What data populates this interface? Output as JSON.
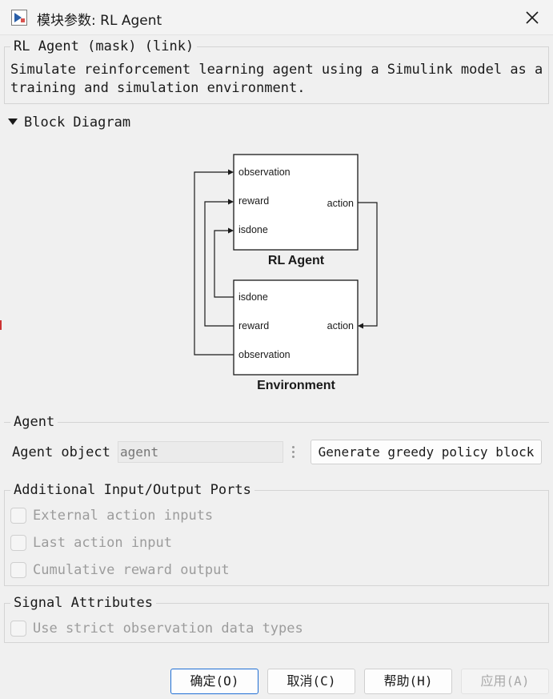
{
  "window": {
    "title": "模块参数: RL Agent",
    "app_icon": "simulink-block-icon",
    "close_icon": "close-icon"
  },
  "header_group": {
    "title": "RL Agent (mask) (link)",
    "description": "Simulate reinforcement learning agent using a Simulink model as a training and simulation environment."
  },
  "block_diagram": {
    "toggle_label": "Block Diagram",
    "expanded": true,
    "agent_block": {
      "name": "RL Agent",
      "inputs": [
        "observation",
        "reward",
        "isdone"
      ],
      "output": "action"
    },
    "environment_block": {
      "name": "Environment",
      "input": "action",
      "outputs": [
        "isdone",
        "reward",
        "observation"
      ]
    }
  },
  "agent_group": {
    "title": "Agent",
    "agent_object_label": "Agent object",
    "agent_object_placeholder": "agent",
    "generate_button": "Generate greedy policy block"
  },
  "ports_group": {
    "title": "Additional Input/Output Ports",
    "options": [
      {
        "label": "External action inputs",
        "checked": false,
        "enabled": false
      },
      {
        "label": "Last action input",
        "checked": false,
        "enabled": false
      },
      {
        "label": "Cumulative reward output",
        "checked": false,
        "enabled": false
      }
    ]
  },
  "signal_group": {
    "title": "Signal Attributes",
    "options": [
      {
        "label": "Use strict observation data types",
        "checked": false,
        "enabled": false
      }
    ]
  },
  "footer": {
    "ok": "确定(O)",
    "cancel": "取消(C)",
    "help": "帮助(H)",
    "apply": "应用(A)"
  },
  "colors": {
    "accent": "#1f6ed4",
    "background": "#f0f0f0",
    "disabled_text": "#a9a9a9"
  }
}
